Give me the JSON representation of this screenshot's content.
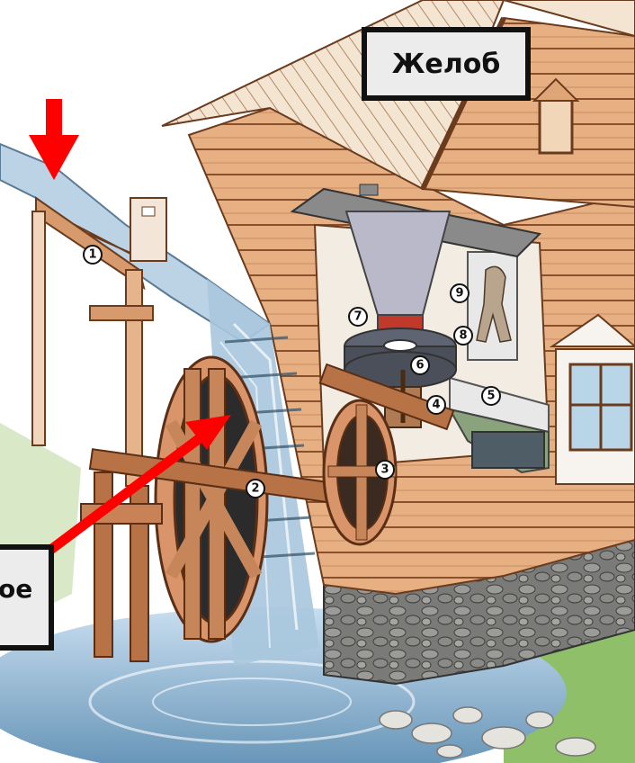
{
  "labels": {
    "top": "Желоб",
    "bottom": "ое"
  },
  "markers": [
    "1",
    "2",
    "3",
    "4",
    "5",
    "6",
    "7",
    "8",
    "9"
  ],
  "colors": {
    "arrow": "#ff0000",
    "box_fill": "#ececec",
    "box_border": "#111111",
    "wood": "#e0a577",
    "water": "#8fb6cf",
    "stone": "#6d6d6d",
    "grass": "#8fbf68"
  }
}
